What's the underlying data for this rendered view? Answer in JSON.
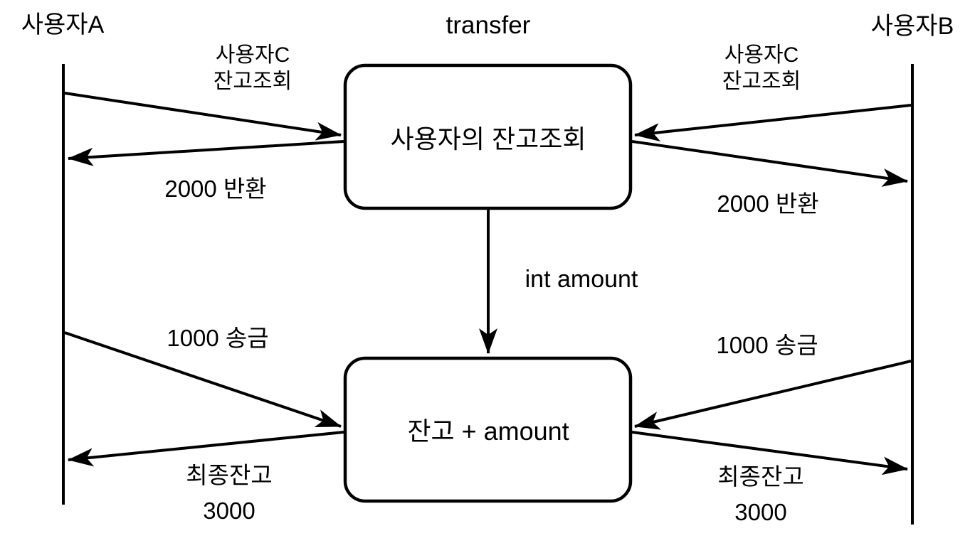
{
  "diagram": {
    "title": "transfer",
    "actor_a": "사용자A",
    "actor_b": "사용자B",
    "box_top": "사용자의 잔고조회",
    "box_bottom": "잔고 + amount",
    "label_request_line1": "사용자C",
    "label_request_line2": "잔고조회",
    "label_return": "2000 반환",
    "label_amount": "int amount",
    "label_send": "1000 송금",
    "label_final_line1": "최종잔고",
    "label_final_line2": "3000",
    "colors": {
      "ink": "#000000",
      "background": "#ffffff"
    }
  }
}
